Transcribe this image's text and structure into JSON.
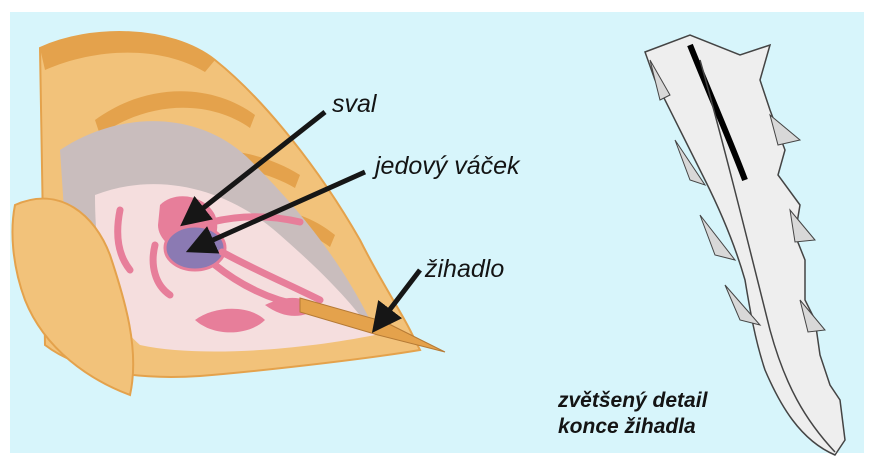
{
  "colors": {
    "background": "#d7f5fb",
    "shell": "#f2c27a",
    "shell_dark": "#e4a24c",
    "shell_spot": "#dfa653",
    "tissue": "#f5dede",
    "cavity": "#c9bdbd",
    "muscle": "#e77e9a",
    "venom_sac": "#8b7ab3",
    "arrow": "#161616",
    "stinger_fill": "#eeeeee",
    "stinger_stroke": "#444444"
  },
  "labels": {
    "muscle": "sval",
    "venom_sac": "jedový váček",
    "stinger": "žihadlo"
  },
  "caption": {
    "line1": "zvětšený detail",
    "line2": "konce žihadla"
  }
}
